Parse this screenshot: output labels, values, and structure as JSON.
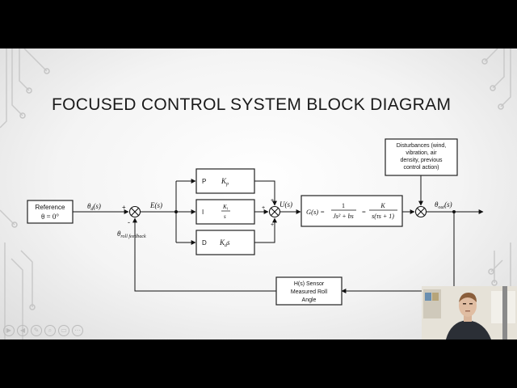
{
  "slide": {
    "title": "FOCUSED CONTROL SYSTEM BLOCK DIAGRAM"
  },
  "diagram": {
    "reference_block": {
      "line1": "Reference",
      "line2": "θ = 0°"
    },
    "theta_d": "θ",
    "theta_d_sub": "d",
    "theta_d_arg": "(s)",
    "error_signal": "E(s)",
    "feedback_label": "θ",
    "feedback_sub": "roll  feedback",
    "plus": "+",
    "minus": "-",
    "p_block": {
      "letter": "P",
      "gain": "K",
      "gain_sub": "p"
    },
    "i_block": {
      "letter": "I",
      "num": "K",
      "num_sub": "i",
      "den": "s"
    },
    "d_block": {
      "letter": "D",
      "gain": "K",
      "gain_sub": "d",
      "tail": "s"
    },
    "control_signal": "U(s)",
    "plant": {
      "lhs": "G(s) =",
      "frac1_num": "1",
      "frac1_den": "Js² + bs",
      "eq": "=",
      "frac2_num": "K",
      "frac2_den": "s(τs + 1)"
    },
    "disturbance": [
      "Disturbances (wind,",
      "vibration, air",
      "density, previous",
      "control action)"
    ],
    "output_label": "θ",
    "output_sub": "out",
    "output_arg": "(s)",
    "sensor": {
      "line1": "H(s) Sensor",
      "line2": "Measured Roll",
      "line3": "Angle"
    }
  },
  "toolbar": {
    "icons": [
      "play-icon",
      "back-icon",
      "pen-icon",
      "zoom-icon",
      "view-icon",
      "more-icon"
    ],
    "glyphs": [
      "▶",
      "◀",
      "✎",
      "⌕",
      "▭",
      "⋯"
    ]
  },
  "colors": {
    "frame": "#000000",
    "slide_bg": "#f4f4f4",
    "circuit_lines": "#c8c8c8",
    "block_stroke": "#222222"
  }
}
